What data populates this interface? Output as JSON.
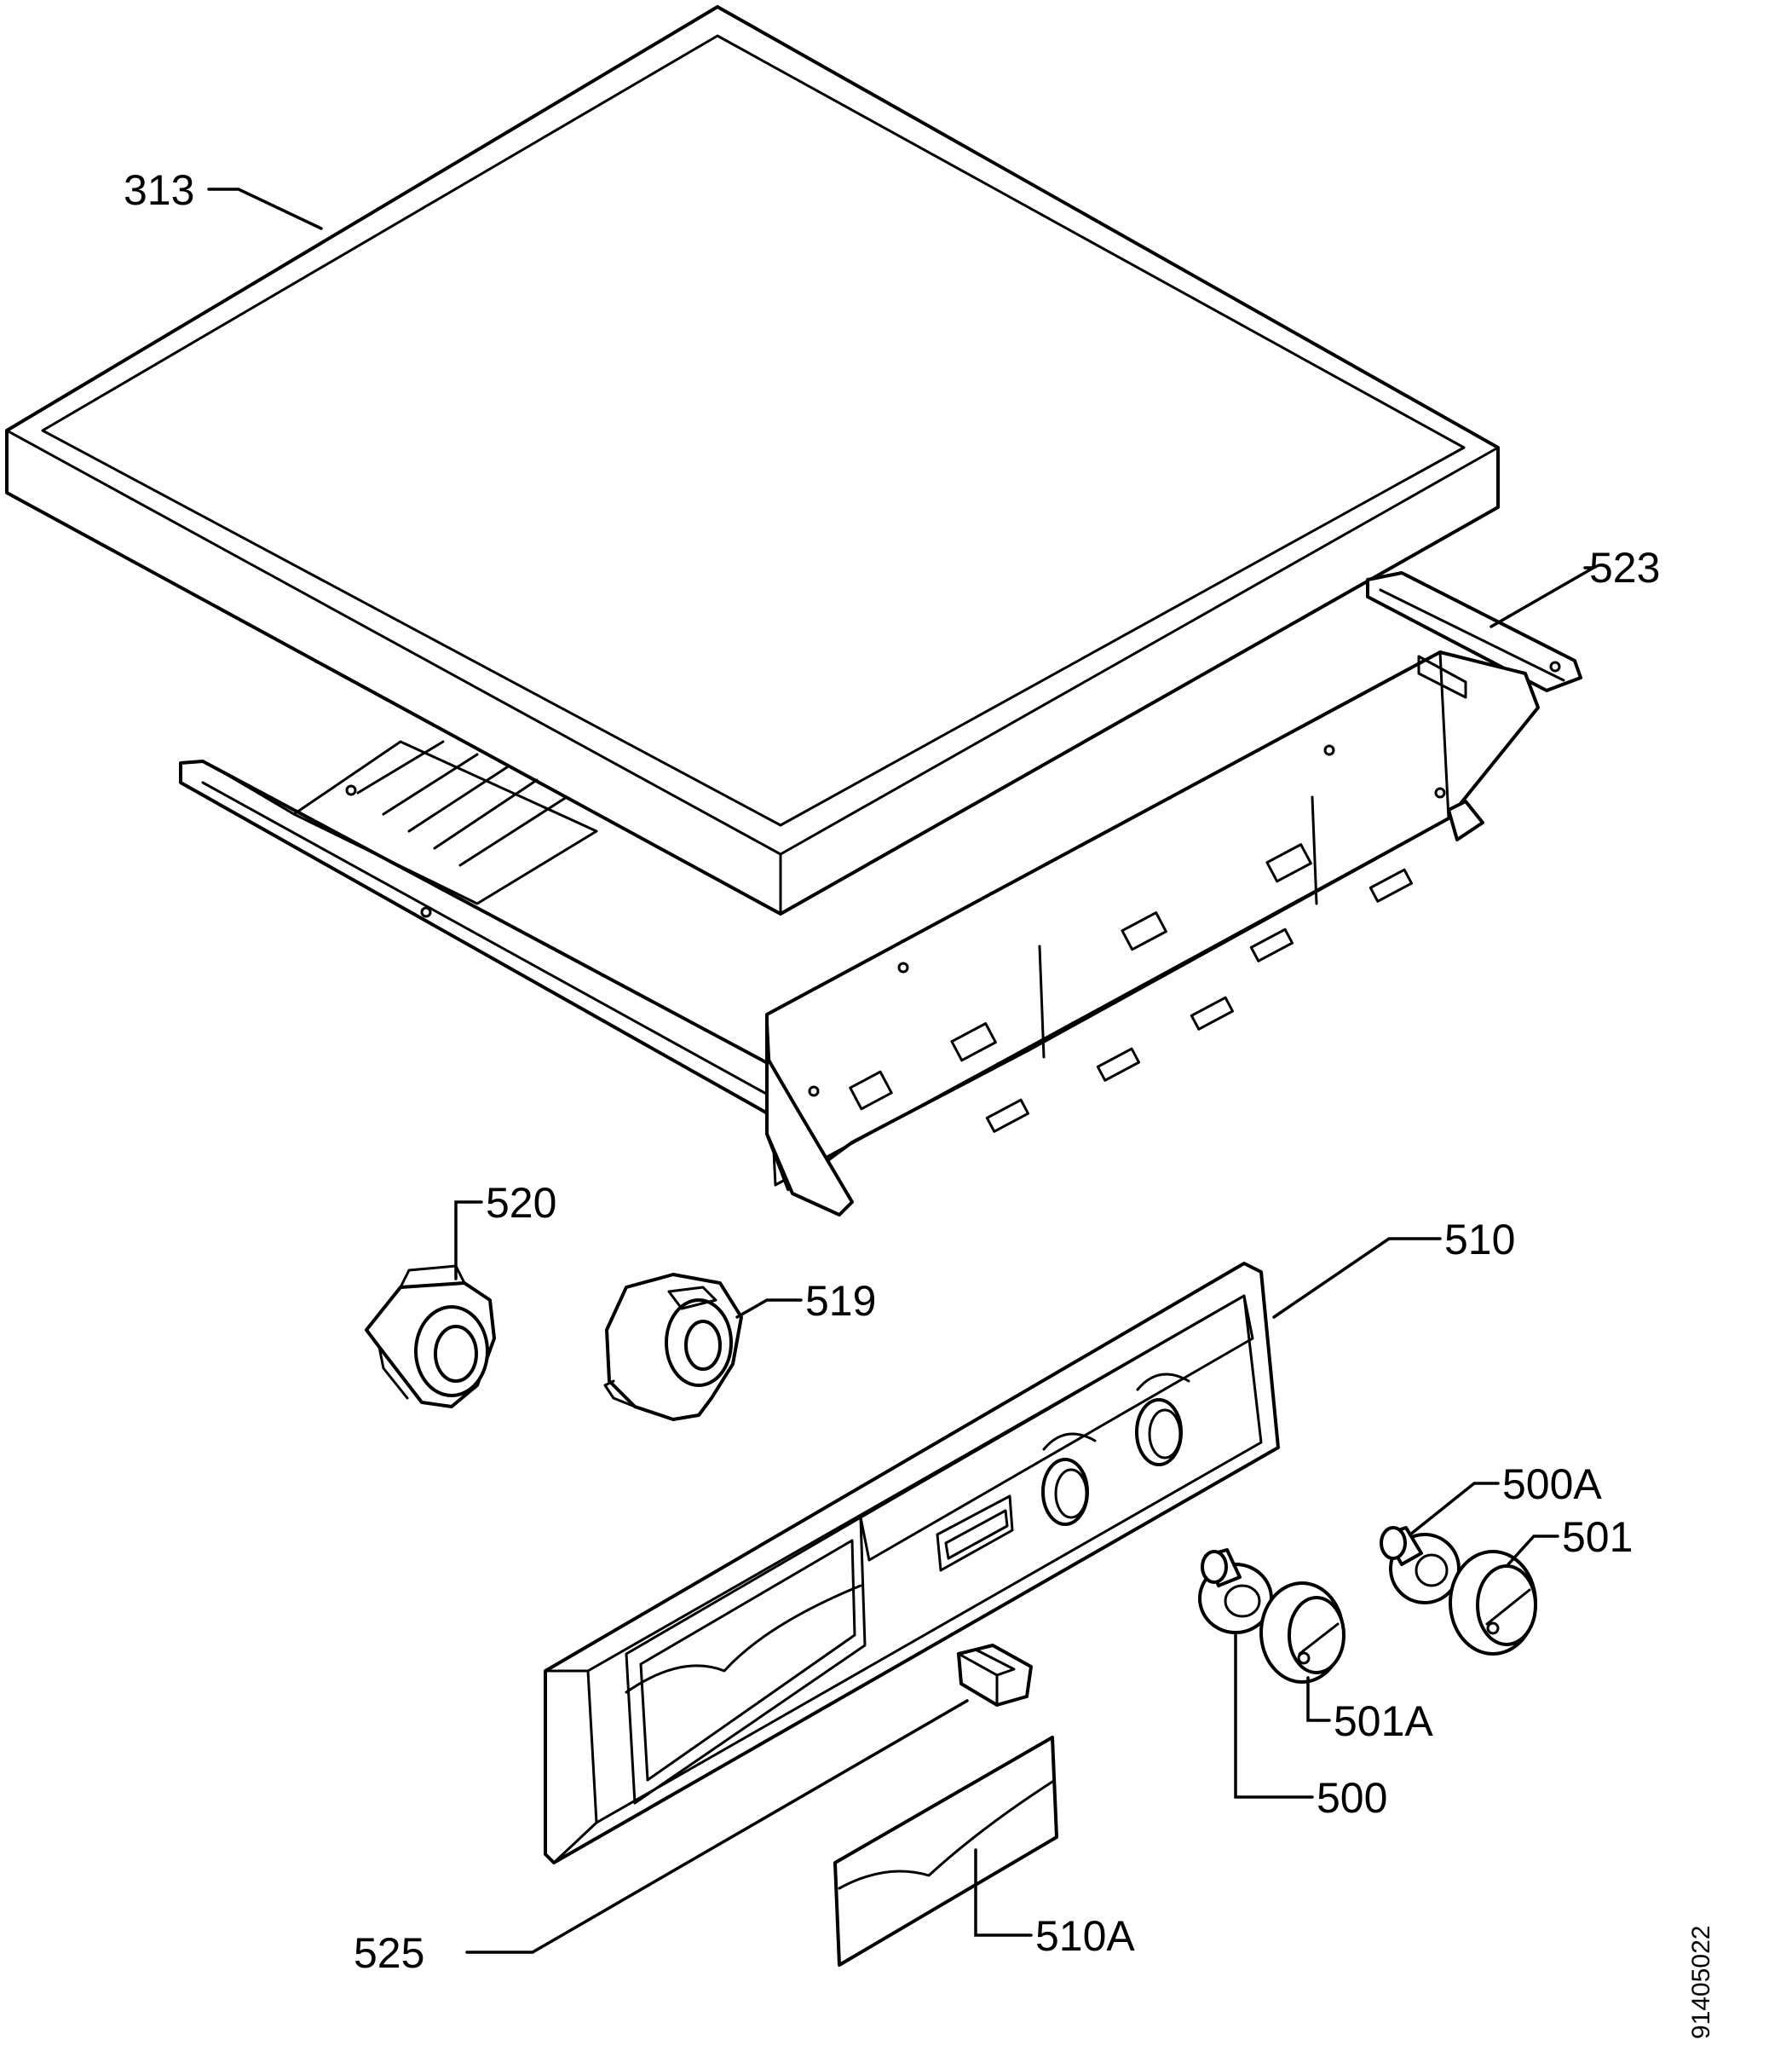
{
  "diagram": {
    "labels": {
      "p313": "313",
      "p523": "523",
      "p520": "520",
      "p519": "519",
      "p510": "510",
      "p500A": "500A",
      "p501": "501",
      "p501A": "501A",
      "p500": "500",
      "p525": "525",
      "p510A": "510A"
    },
    "document_number": "91405022",
    "colors": {
      "line": "#000000",
      "background": "#ffffff"
    }
  }
}
